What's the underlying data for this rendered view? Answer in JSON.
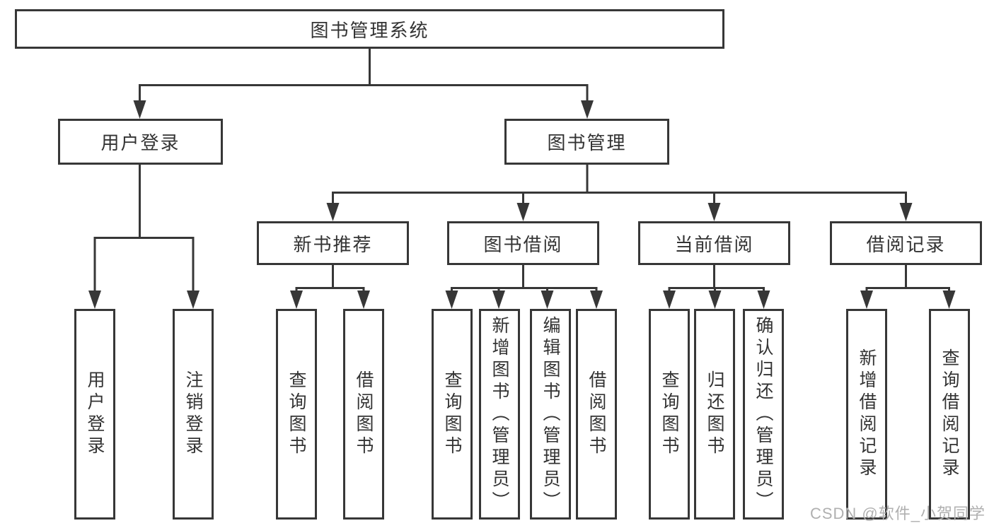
{
  "tree": {
    "root": "图书管理系统",
    "branches": [
      {
        "label": "用户登录",
        "children": [
          "用户登录",
          "注销登录"
        ]
      },
      {
        "label": "图书管理",
        "sections": [
          {
            "label": "新书推荐",
            "children": [
              "查询图书",
              "借阅图书"
            ]
          },
          {
            "label": "图书借阅",
            "children": [
              "查询图书",
              "新增图书（管理员）",
              "编辑图书（管理员）",
              "借阅图书"
            ]
          },
          {
            "label": "当前借阅",
            "children": [
              "查询图书",
              "归还图书",
              "确认归还（管理员）"
            ]
          },
          {
            "label": "借阅记录",
            "children": [
              "新增借阅记录",
              "查询借阅记录"
            ]
          }
        ]
      }
    ]
  },
  "watermark": "CSDN @软件_小贺同学",
  "colors": {
    "line": "#373737",
    "text": "#333333",
    "watermark": "#b0b0b0",
    "background": "#ffffff"
  }
}
